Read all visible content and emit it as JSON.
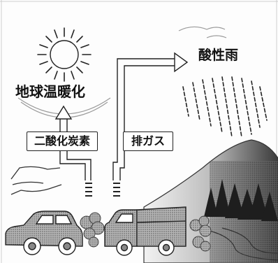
{
  "labels": {
    "global_warming": "地球温暖化",
    "acid_rain": "酸性雨",
    "carbon_dioxide": "二酸化炭素",
    "exhaust_gas": "排ガス"
  },
  "colors": {
    "ink": "#111111",
    "paper": "#fdfdfd",
    "mountain": "#8c8c8c"
  }
}
